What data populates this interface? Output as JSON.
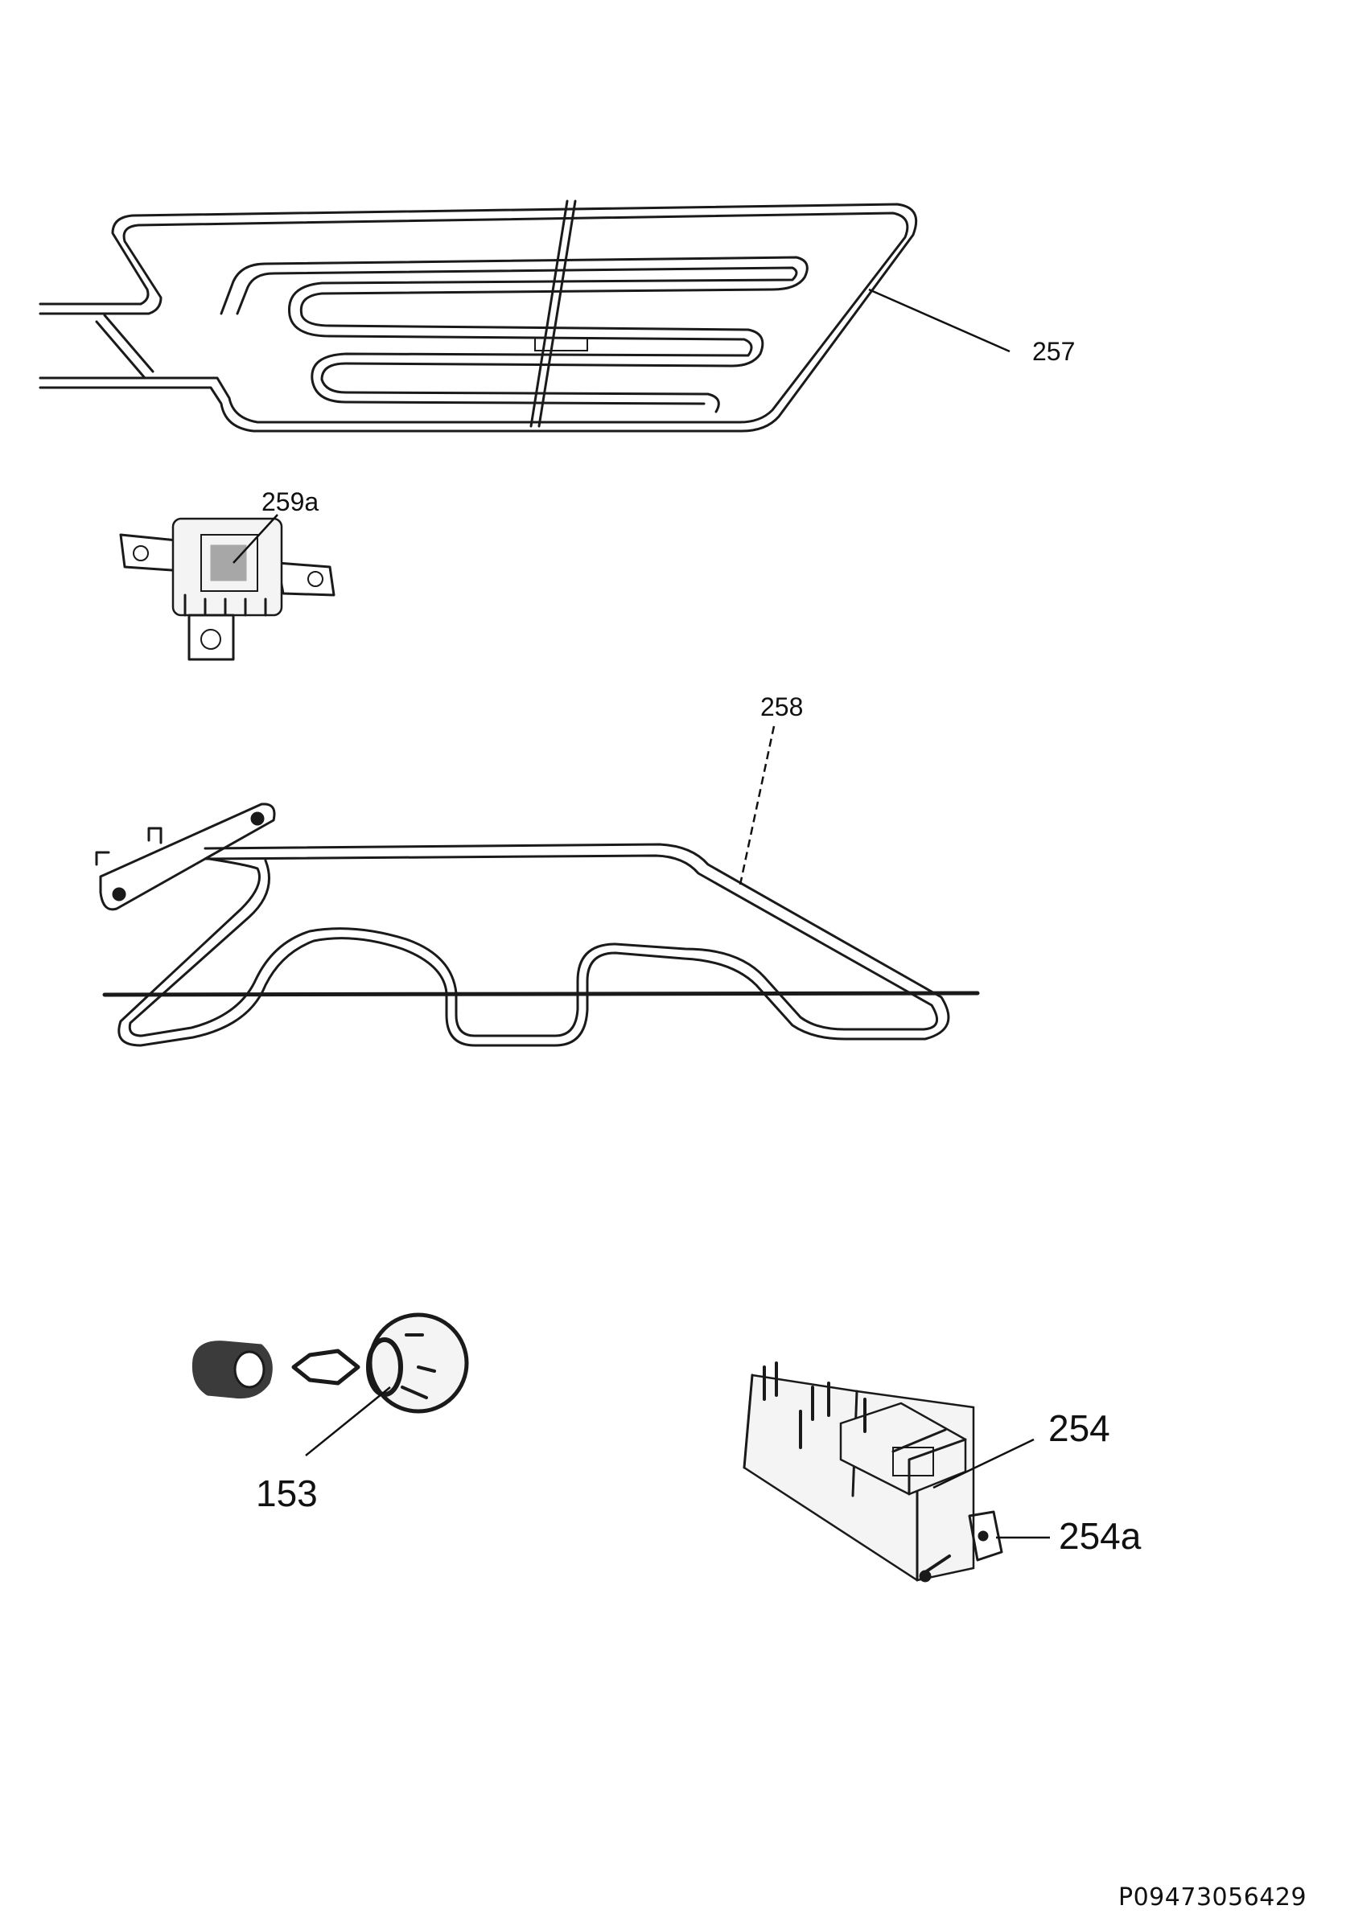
{
  "document_id": "P09473056429",
  "callouts": {
    "part_257": "257",
    "part_259a": "259a",
    "part_258": "258",
    "part_153": "153",
    "part_254": "254",
    "part_254a": "254a"
  }
}
